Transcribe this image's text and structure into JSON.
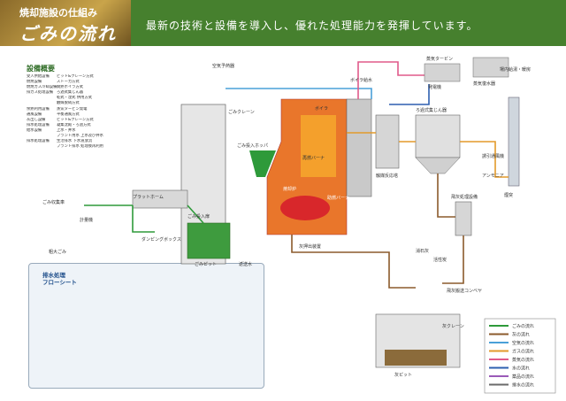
{
  "banner": {
    "subtitle": "焼却施設の仕組み",
    "title": "ごみの流れ",
    "message": "最新の技術と設備を導入し、優れた処理能力を発揮しています。"
  },
  "spec": {
    "title": "設備概要",
    "rows": [
      {
        "k": "受入供給設備",
        "v": "ピット&クレーン方式"
      },
      {
        "k": "燃焼設備",
        "v": "ストーカ方式"
      },
      {
        "k": "燃焼ガス冷却設備",
        "v": "廃熱ボイラ方式"
      },
      {
        "k": "排ガス処理設備",
        "v": "ろ過式集じん器"
      },
      {
        "k": "",
        "v": "乾式・湿式 併用方式"
      },
      {
        "k": "",
        "v": "触媒脱硝方式"
      },
      {
        "k": "余熱利用設備",
        "v": "蒸気タービン発電"
      },
      {
        "k": "通風設備",
        "v": "平衡通風方式"
      },
      {
        "k": "灰出し設備",
        "v": "ピット&クレーン方式"
      },
      {
        "k": "排水処理設備",
        "v": "凝集沈殿・ろ過方式"
      },
      {
        "k": "給水設備",
        "v": "上水・井水"
      },
      {
        "k": "",
        "v": "プラント用水 上水及び井水"
      },
      {
        "k": "排水処理設備",
        "v": "生活排水 下水道放流"
      },
      {
        "k": "",
        "v": "プラント排水 処理後再利用"
      }
    ]
  },
  "water": {
    "title1": "排水処理",
    "title2": "フローシート"
  },
  "labels": {
    "truck": "ごみ収集車",
    "platform": "プラットホーム",
    "entrance": "ごみ投入扉",
    "pit": "ごみピット",
    "crane": "ごみクレーン",
    "hopper": "ごみ投入ホッパ",
    "boiler": "ボイラ",
    "furnace": "焼却炉",
    "burner1": "再燃バーナ",
    "burner2": "助燃バーナ",
    "steam": "蒸気タービン",
    "generator": "発電機",
    "condenser": "蒸気復水器",
    "filter": "ろ過式集じん器",
    "fan": "誘引通風機",
    "catalyst": "触媒反応塔",
    "stack": "煙突",
    "ash_conv": "灰押出装置",
    "ash_pit": "灰ピット",
    "fly_ash": "飛灰処理設備",
    "fly_conv": "飛灰搬送コンベヤ",
    "scale": "計量機",
    "tipping": "ダンピングボックス",
    "bulky": "粗大ごみ",
    "ash_crane": "灰クレーン",
    "return_water": "返送水",
    "boiler_water": "ボイラ給水",
    "air_pre": "空気予熱器",
    "lime": "消石灰",
    "carbon": "活性炭",
    "ammonia": "アンモニア",
    "heating": "場内給湯・暖房"
  },
  "legend": {
    "items": [
      {
        "label": "ごみの流れ",
        "color": "#2e9a3a"
      },
      {
        "label": "灰の流れ",
        "color": "#8b5a2b"
      },
      {
        "label": "空気の流れ",
        "color": "#4aa0d8"
      },
      {
        "label": "ガスの流れ",
        "color": "#e39a2a"
      },
      {
        "label": "蒸気の流れ",
        "color": "#e05a8a"
      },
      {
        "label": "水の流れ",
        "color": "#2d5fb0"
      },
      {
        "label": "薬品の流れ",
        "color": "#9a5ab8"
      },
      {
        "label": "排水の流れ",
        "color": "#6a6a6a"
      }
    ]
  }
}
